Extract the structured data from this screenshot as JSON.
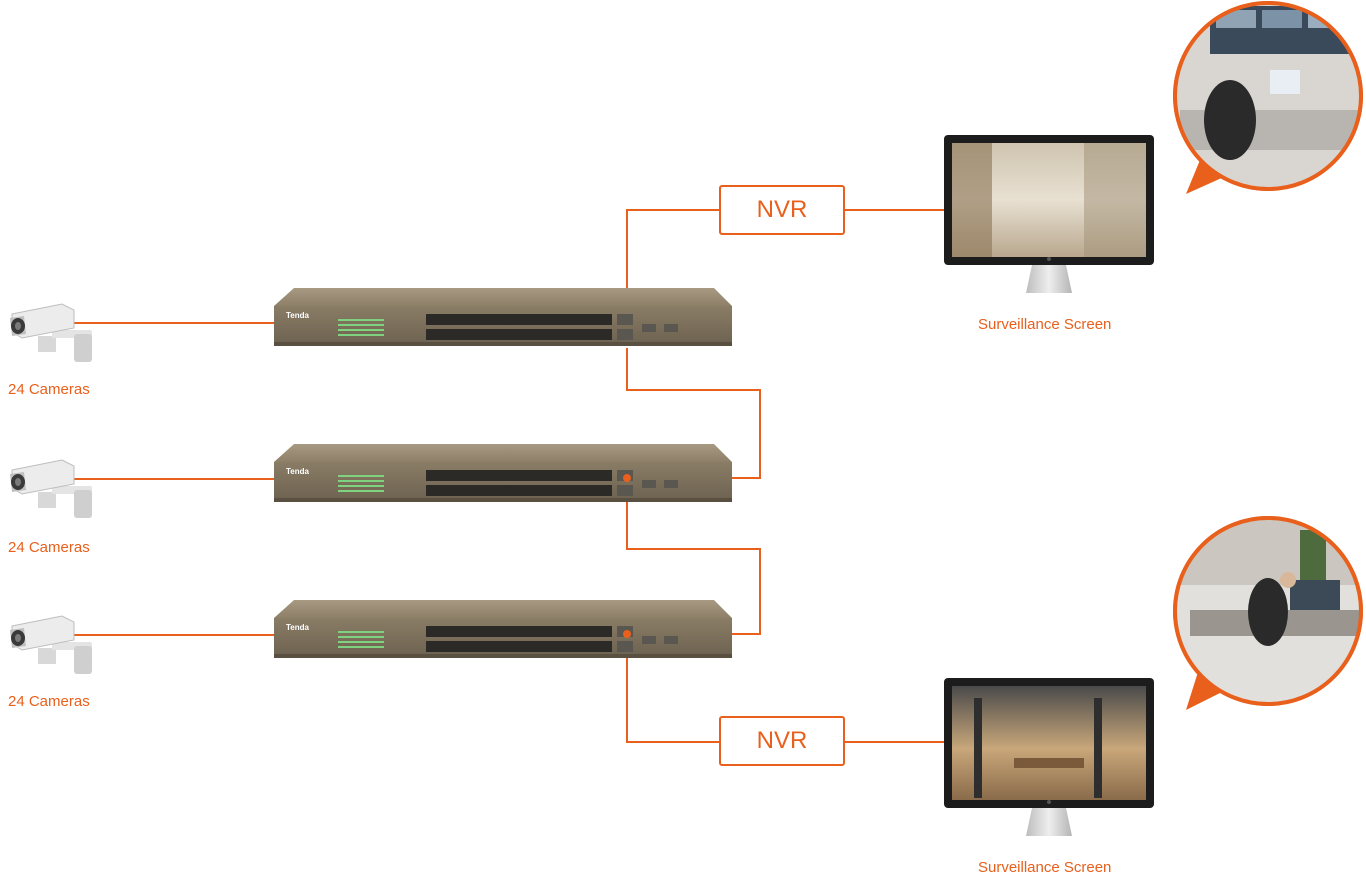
{
  "diagram": {
    "accent_color": "#e8601c",
    "switch_brand": "Tenda",
    "cameras": [
      {
        "label": "24 Cameras",
        "icon": "cctv-camera-icon"
      },
      {
        "label": "24 Cameras",
        "icon": "cctv-camera-icon"
      },
      {
        "label": "24 Cameras",
        "icon": "cctv-camera-icon"
      }
    ],
    "switches": [
      {
        "brand": "Tenda",
        "icon": "network-switch-icon"
      },
      {
        "brand": "Tenda",
        "icon": "network-switch-icon"
      },
      {
        "brand": "Tenda",
        "icon": "network-switch-icon"
      }
    ],
    "nvr_top": "NVR",
    "nvr_bottom": "NVR",
    "screen_top": "Surveillance Screen",
    "screen_bottom": "Surveillance Screen",
    "monitor_icon": "monitor-icon",
    "control_room_icon": "control-room-photo-bubble"
  }
}
